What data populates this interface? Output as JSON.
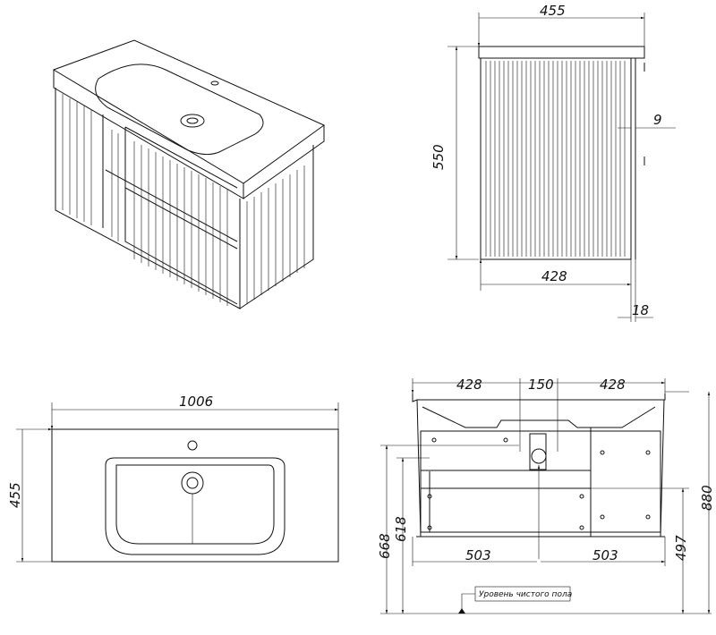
{
  "side_view": {
    "width_top": "455",
    "height": "550",
    "gap": "9",
    "width_body": "428",
    "depth_offset": "18"
  },
  "plan_view": {
    "width": "1006",
    "depth": "455"
  },
  "front_view": {
    "top_left": "428",
    "top_center": "150",
    "top_right": "428",
    "height_668": "668",
    "height_618": "618",
    "bottom_left": "503",
    "bottom_right": "503",
    "height_497": "497",
    "height_880": "880",
    "floor_label": "Уровень чистого пола"
  }
}
